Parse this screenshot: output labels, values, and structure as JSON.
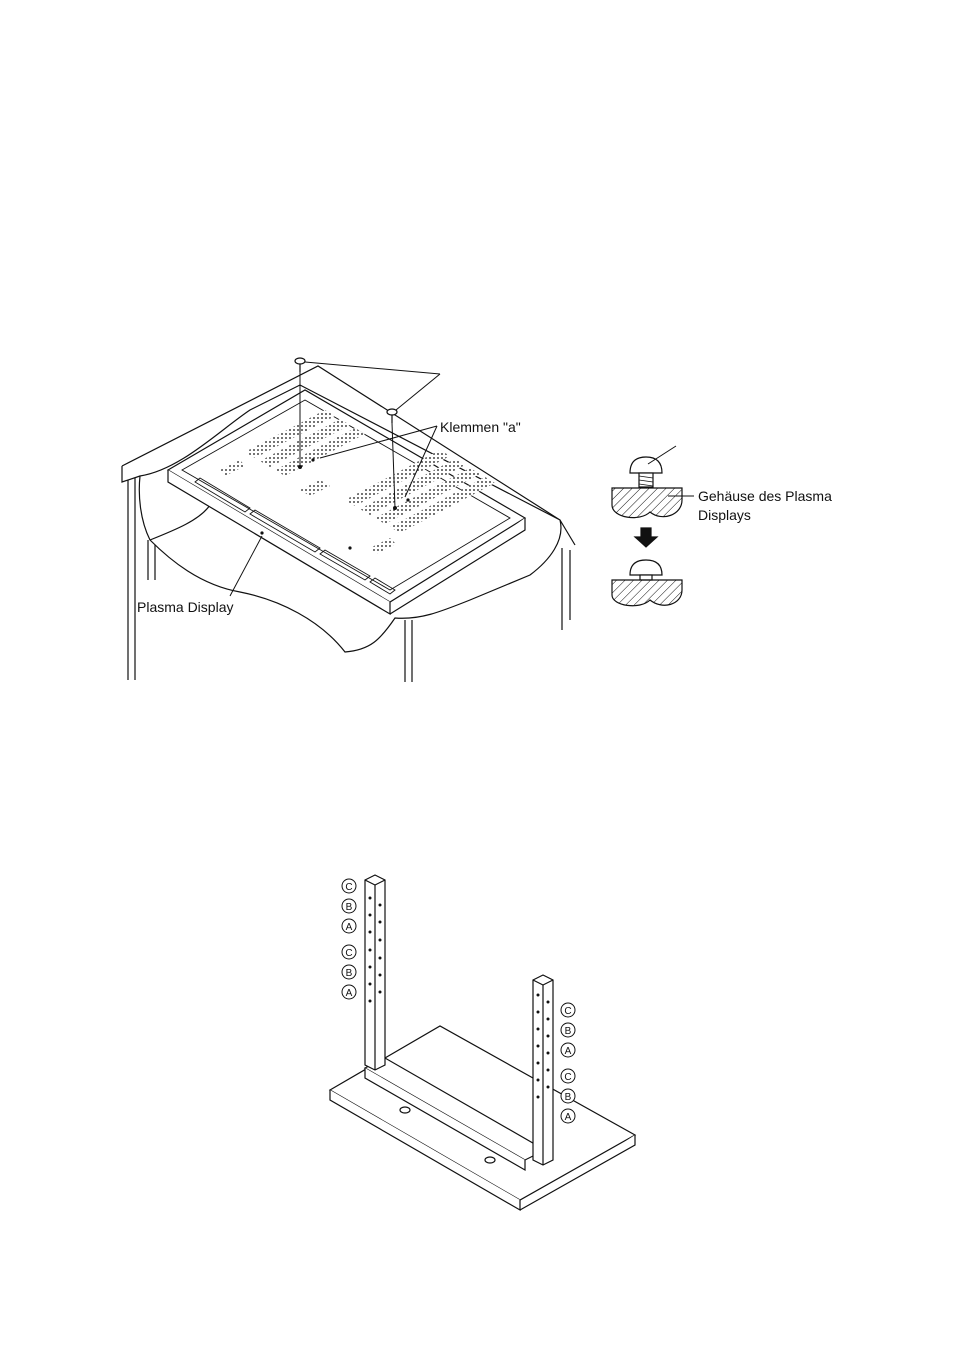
{
  "figure1": {
    "callout_clamps": "Klemmen \"a\"",
    "callout_display": "Plasma Display"
  },
  "detail": {
    "callout_housing_line1": "Gehäuse des Plasma",
    "callout_housing_line2": "Displays"
  },
  "figure2": {
    "left_post_marks": [
      "C",
      "B",
      "A",
      "C",
      "B",
      "A"
    ],
    "right_post_marks": [
      "C",
      "B",
      "A",
      "C",
      "B",
      "A"
    ]
  },
  "colors": {
    "line": "#111111",
    "paper": "#ffffff"
  }
}
